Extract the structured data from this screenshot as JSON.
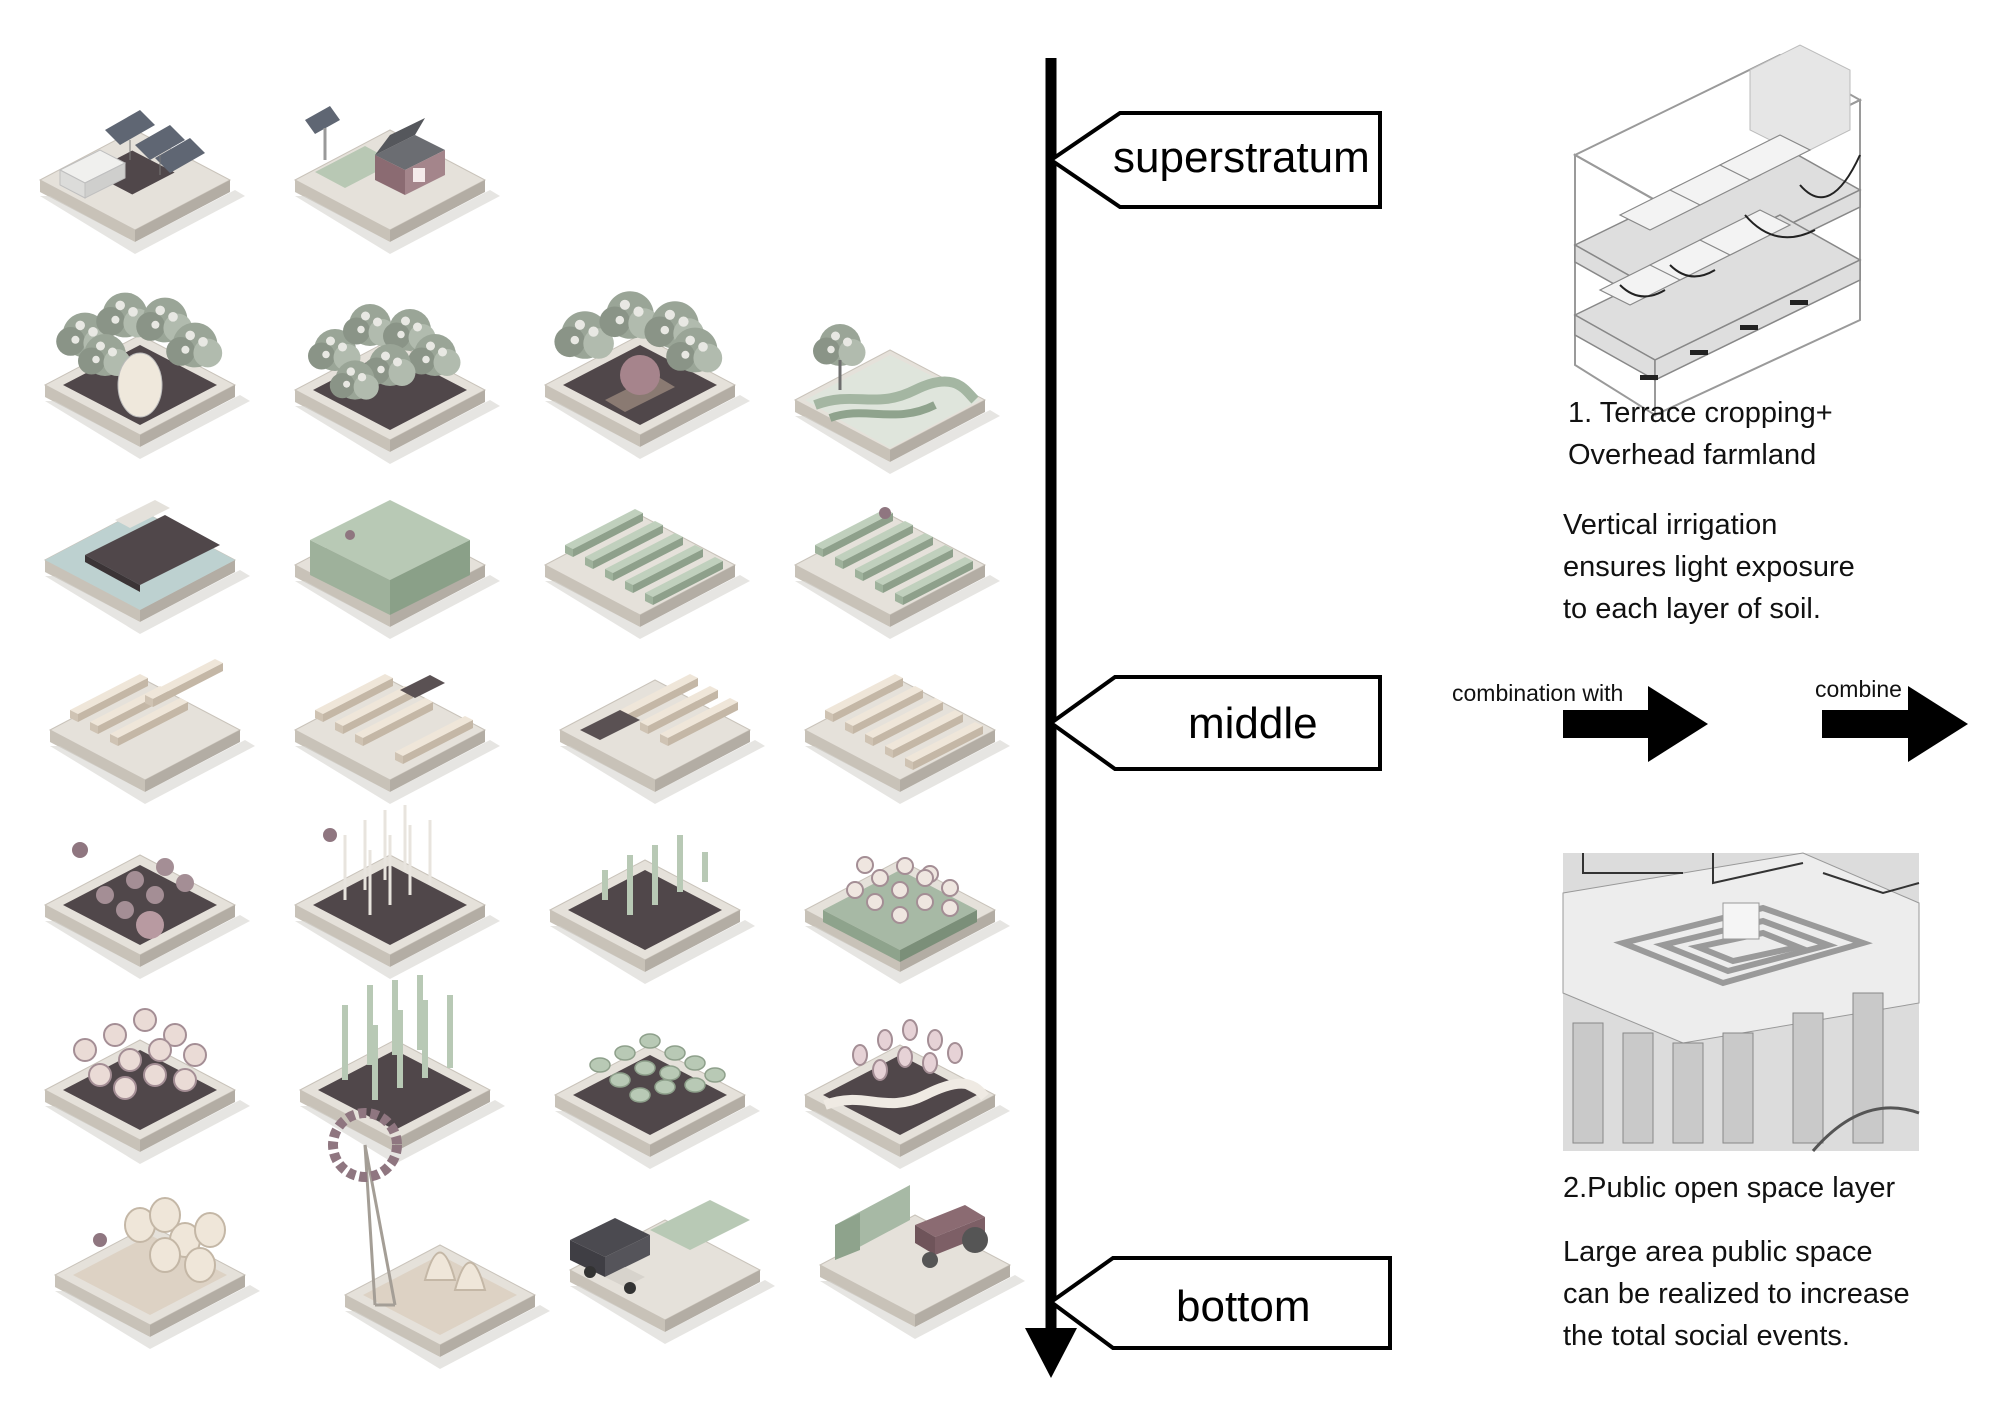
{
  "axis": {
    "tags": {
      "top": "superstratum",
      "middle": "middle",
      "bottom": "bottom"
    }
  },
  "right_panel": {
    "item1": {
      "title_line1": "1. Terrace cropping+",
      "title_line2": "Overhead farmland",
      "desc_line1": "Vertical irrigation",
      "desc_line2": "ensures light exposure",
      "desc_line3": "to each layer of soil."
    },
    "arrows": {
      "combination_label": "combination with",
      "combine_label": "combine"
    },
    "item2": {
      "title": "2.Public open space layer",
      "desc_line1": "Large area public space",
      "desc_line2": "can be realized to increase",
      "desc_line3": "the total social events."
    }
  },
  "colors": {
    "line": "#000000",
    "tile_base": "#e2ddd5",
    "tile_edge": "#b9b3aa",
    "soil": "#4f4643",
    "sage": "#a9bca8",
    "sage_dark": "#7d927c",
    "cream": "#e7ddd0",
    "mauve": "#9a7e86",
    "tree": "#8e9a8b"
  }
}
